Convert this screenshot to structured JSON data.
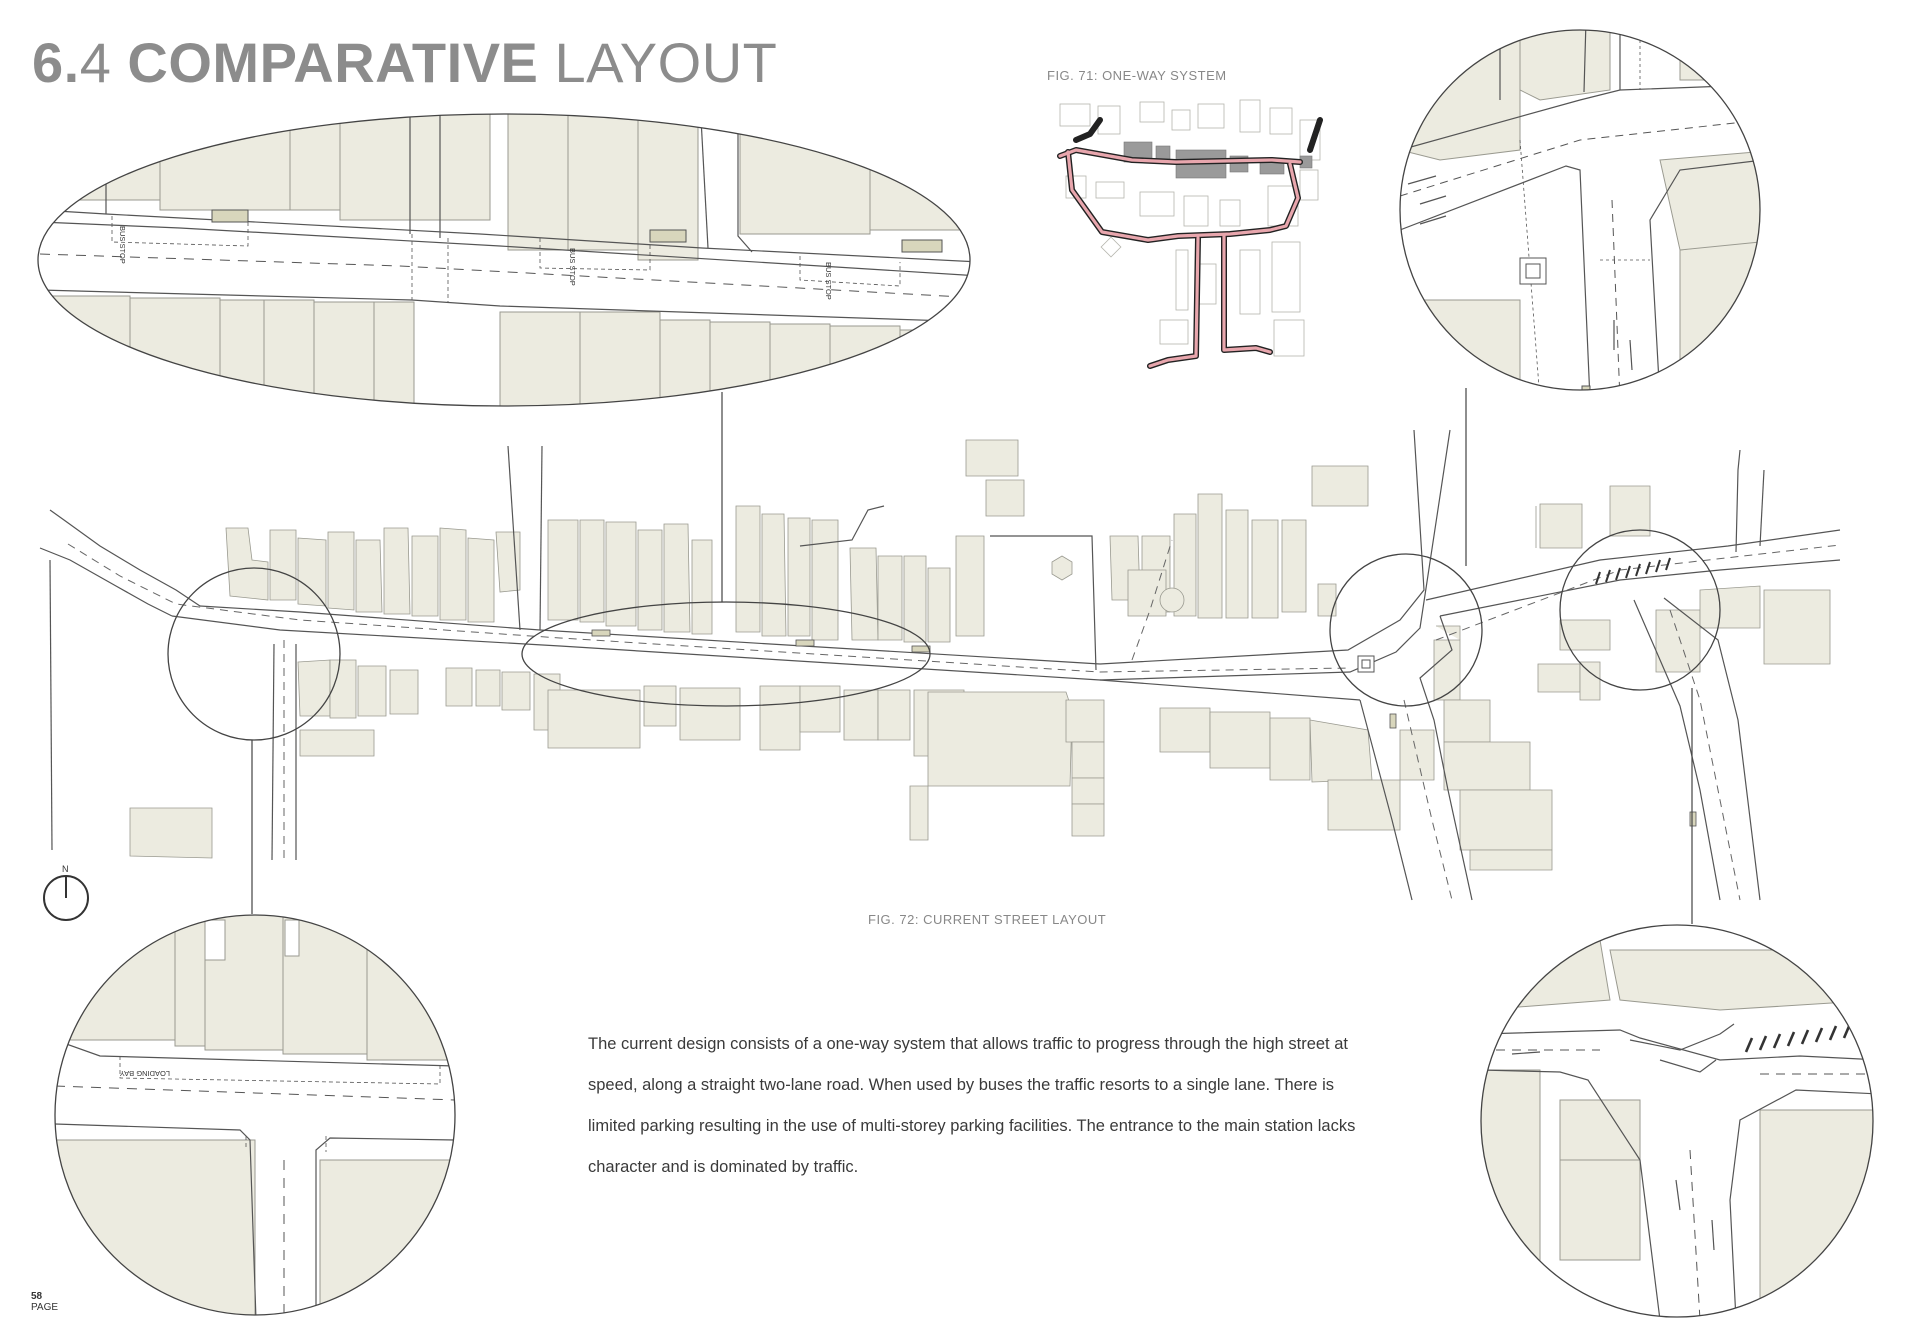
{
  "header": {
    "number_major": "6.",
    "number_minor": "4",
    "title_bold": "COMPARATIVE",
    "title_light": "LAYOUT"
  },
  "figures": {
    "fig71_caption": "FIG. 71: ONE-WAY SYSTEM",
    "fig72_caption": "FIG. 72: CURRENT STREET LAYOUT"
  },
  "compass": {
    "label": "N"
  },
  "road_labels": {
    "bus_stop": "BUS STOP",
    "loading_bay": "LOADING BAY"
  },
  "body": {
    "paragraph": "The current design consists of a one-way system that allows traffic to progress through the high street at speed, along a straight two-lane road. When used by buses the traffic resorts to a single lane. There is limited parking resulting in the use of multi-storey parking facilities. The entrance to the main station lacks character and is dominated by traffic."
  },
  "page": {
    "number": "58",
    "label": "PAGE"
  },
  "colors": {
    "building_fill": "#ecebe0",
    "building_stroke": "#9a9a90",
    "road_line": "#555555",
    "route_highlight": "#e8a6ad",
    "title_grey": "#8c8c8c"
  }
}
